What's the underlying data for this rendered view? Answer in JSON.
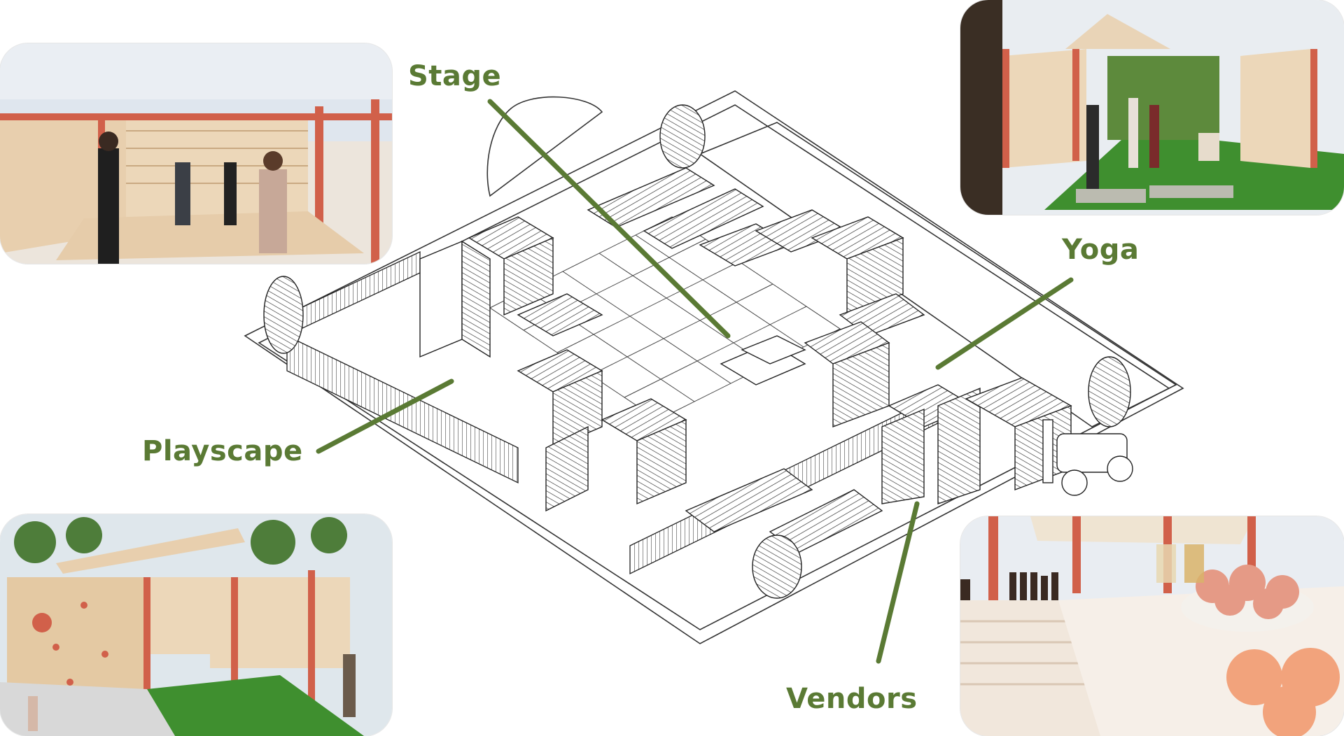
{
  "labels": {
    "stage": "Stage",
    "yoga": "Yoga",
    "playscape": "Playscape",
    "vendors": "Vendors"
  },
  "colors": {
    "accent_green": "#5a7a34",
    "timber": "#e8cfae",
    "frame_red": "#d1604a",
    "grass": "#3f8f2f",
    "line_ink": "#2a2a2a"
  },
  "photos": [
    {
      "name": "stage-rendering",
      "scene": "stage"
    },
    {
      "name": "yoga-rendering",
      "scene": "yoga"
    },
    {
      "name": "playscape-rendering",
      "scene": "playscape"
    },
    {
      "name": "vendors-rendering",
      "scene": "vendors"
    }
  ]
}
